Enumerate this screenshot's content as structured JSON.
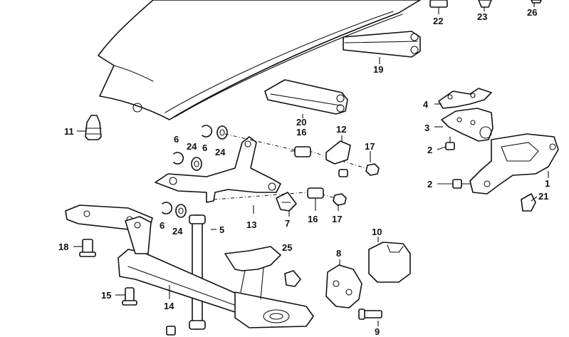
{
  "callouts": [
    {
      "id": "c1",
      "text": "1"
    },
    {
      "id": "c2a",
      "text": "2"
    },
    {
      "id": "c2b",
      "text": "2"
    },
    {
      "id": "c3",
      "text": "3"
    },
    {
      "id": "c4",
      "text": "4"
    },
    {
      "id": "c5",
      "text": "5"
    },
    {
      "id": "c6a",
      "text": "6"
    },
    {
      "id": "c6b",
      "text": "6"
    },
    {
      "id": "c6c",
      "text": "6"
    },
    {
      "id": "c7",
      "text": "7"
    },
    {
      "id": "c8",
      "text": "8"
    },
    {
      "id": "c9",
      "text": "9"
    },
    {
      "id": "c10",
      "text": "10"
    },
    {
      "id": "c11",
      "text": "11"
    },
    {
      "id": "c12",
      "text": "12"
    },
    {
      "id": "c13",
      "text": "13"
    },
    {
      "id": "c14",
      "text": "14"
    },
    {
      "id": "c15",
      "text": "15"
    },
    {
      "id": "c16a",
      "text": "16"
    },
    {
      "id": "c16b",
      "text": "16"
    },
    {
      "id": "c17a",
      "text": "17"
    },
    {
      "id": "c17b",
      "text": "17"
    },
    {
      "id": "c18",
      "text": "18"
    },
    {
      "id": "c19",
      "text": "19"
    },
    {
      "id": "c20",
      "text": "20"
    },
    {
      "id": "c21",
      "text": "21"
    },
    {
      "id": "c22",
      "text": "22"
    },
    {
      "id": "c23",
      "text": "23"
    },
    {
      "id": "c24a",
      "text": "24"
    },
    {
      "id": "c24b",
      "text": "24"
    },
    {
      "id": "c24c",
      "text": "24"
    },
    {
      "id": "c25",
      "text": "25"
    },
    {
      "id": "c26",
      "text": "26"
    }
  ]
}
